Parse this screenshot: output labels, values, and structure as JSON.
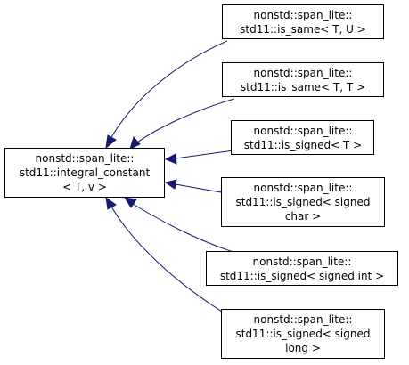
{
  "diagram": {
    "base_node": {
      "lines": [
        "nonstd::span_lite::",
        "std11::integral_constant",
        "< T, v >"
      ]
    },
    "derived_nodes": [
      {
        "lines": [
          "nonstd::span_lite::",
          "std11::is_same< T, U >"
        ]
      },
      {
        "lines": [
          "nonstd::span_lite::",
          "std11::is_same< T, T >"
        ]
      },
      {
        "lines": [
          "nonstd::span_lite::",
          "std11::is_signed< T >"
        ]
      },
      {
        "lines": [
          "nonstd::span_lite::",
          "std11::is_signed< signed",
          "char >"
        ]
      },
      {
        "lines": [
          "nonstd::span_lite::",
          "std11::is_signed< signed int >"
        ]
      },
      {
        "lines": [
          "nonstd::span_lite::",
          "std11::is_signed< signed",
          "long >"
        ]
      }
    ],
    "colors": {
      "edge": "#191970",
      "box_border": "#000000",
      "box_fill": "#ffffff",
      "background": "#ffffff"
    }
  }
}
